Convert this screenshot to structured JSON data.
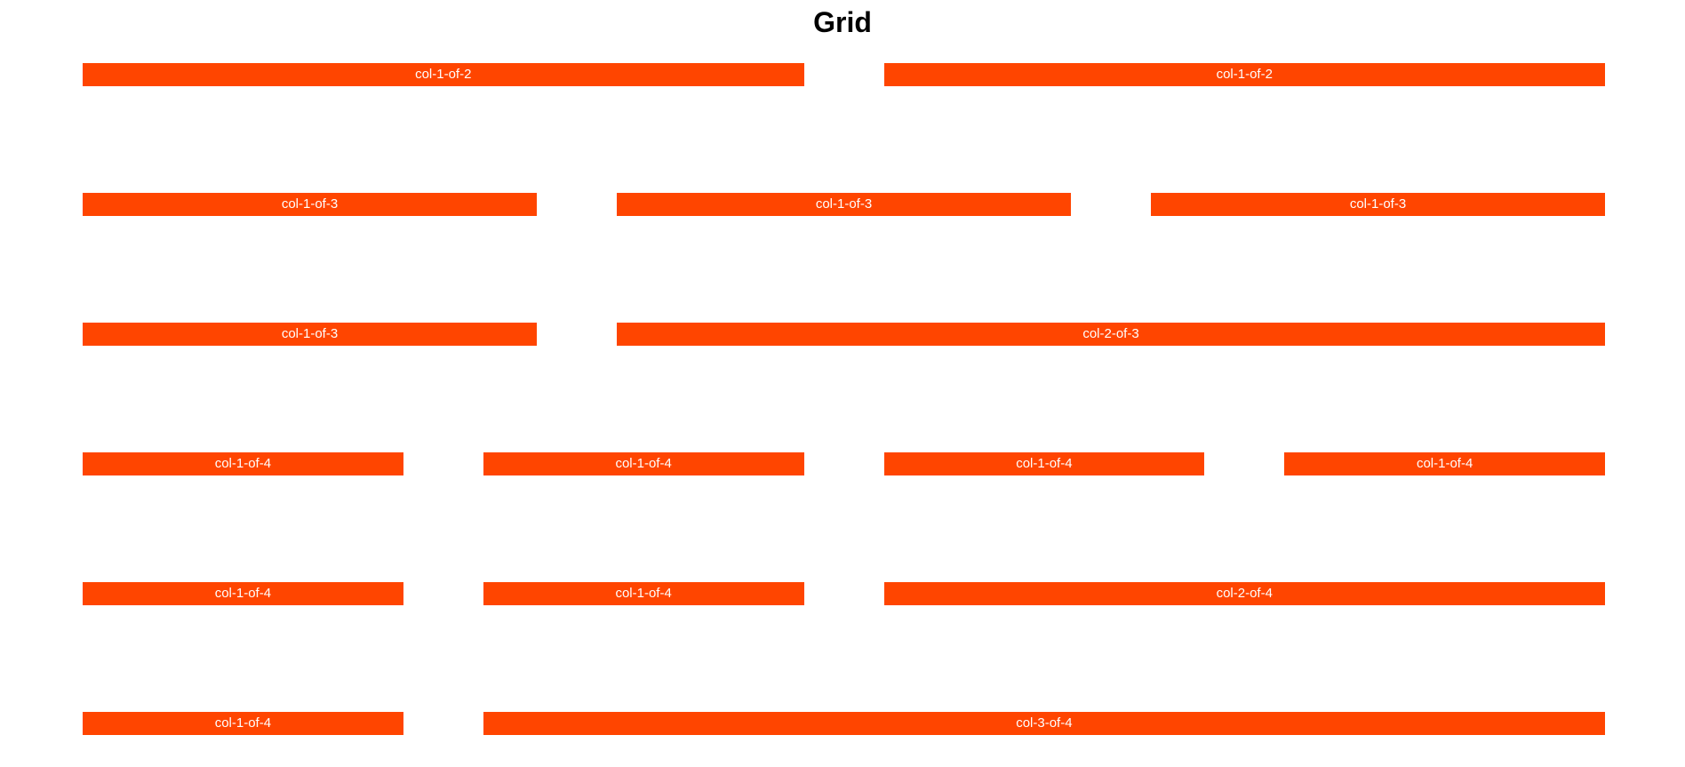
{
  "title": "Grid",
  "colors": {
    "accent": "#ff4500",
    "label": "#ffffff",
    "background": "#ffffff"
  },
  "rows": [
    {
      "cols": [
        {
          "label": "col-1-of-2"
        },
        {
          "label": "col-1-of-2"
        }
      ]
    },
    {
      "cols": [
        {
          "label": "col-1-of-3"
        },
        {
          "label": "col-1-of-3"
        },
        {
          "label": "col-1-of-3"
        }
      ]
    },
    {
      "cols": [
        {
          "label": "col-1-of-3"
        },
        {
          "label": "col-2-of-3"
        }
      ]
    },
    {
      "cols": [
        {
          "label": "col-1-of-4"
        },
        {
          "label": "col-1-of-4"
        },
        {
          "label": "col-1-of-4"
        },
        {
          "label": "col-1-of-4"
        }
      ]
    },
    {
      "cols": [
        {
          "label": "col-1-of-4"
        },
        {
          "label": "col-1-of-4"
        },
        {
          "label": "col-2-of-4"
        }
      ]
    },
    {
      "cols": [
        {
          "label": "col-1-of-4"
        },
        {
          "label": "col-3-of-4"
        }
      ]
    }
  ]
}
